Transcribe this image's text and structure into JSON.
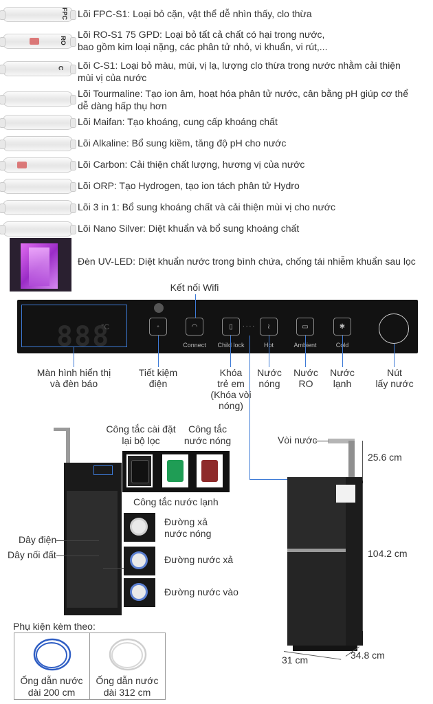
{
  "filters": [
    {
      "code": "FPC",
      "label": "Lõi FPC-S1: Loại bỏ cặn, vật thể dễ nhìn thấy, clo thừa"
    },
    {
      "code": "RO",
      "label": "Lõi RO-S1 75 GPD: Loại bỏ tất cả chất có hại trong nước,",
      "label2": "bao gồm kim loại nặng, các phân tử nhỏ, vi khuẩn, vi rút,..."
    },
    {
      "code": "C",
      "label": "Lõi C-S1: Loại bỏ màu, mùi, vị lạ, lượng clo thừa trong nước nhằm cải thiện",
      "label2": "mùi vị của nước"
    },
    {
      "code": "",
      "label": "Lõi Tourmaline: Tạo ion âm, hoạt hóa phân tử nước, cân bằng pH giúp cơ thể",
      "label2": "dễ dàng hấp thụ hơn"
    },
    {
      "code": "",
      "label": "Lõi Maifan: Tạo khoáng, cung cấp khoáng chất"
    },
    {
      "code": "",
      "label": "Lõi Alkaline: Bổ sung kiềm, tăng độ pH cho nước"
    },
    {
      "code": "",
      "label": "Lõi Carbon: Cải thiện chất lượng, hương vị của nước"
    },
    {
      "code": "",
      "label": "Lõi ORP: Tạo Hydrogen, tạo ion tách phân tử Hydro"
    },
    {
      "code": "",
      "label": "Lõi 3 in 1: Bổ sung khoáng chất và cải thiện mùi vị cho nước"
    },
    {
      "code": "",
      "label": "Lõi Nano Silver: Diệt khuẩn và bổ sung khoáng chất"
    }
  ],
  "uv_label": "Đèn UV-LED: Diệt khuẩn nước trong bình chứa, chống tái nhiễm khuẩn sau lọc",
  "panel": {
    "wifi_label": "Kết nối Wifi",
    "display_digits": "888",
    "display_unit": "°C",
    "buttons": [
      "Connect",
      "Child lock",
      "Hot",
      "Ambient",
      "Cold"
    ],
    "labels": {
      "display": [
        "Màn hình hiển thị",
        "và đèn báo"
      ],
      "eco": [
        "Tiết kiệm",
        "điện"
      ],
      "childlock": [
        "Khóa",
        "trẻ em",
        "(Khóa vòi",
        "nóng)"
      ],
      "hot": [
        "Nước",
        "nóng"
      ],
      "ro": [
        "Nước",
        "RO"
      ],
      "cold": [
        "Nước",
        "lạnh"
      ],
      "dispense": [
        "Nút",
        "lấy nước"
      ]
    }
  },
  "back": {
    "reset_switch": [
      "Công tắc cài đặt",
      "lại bộ lọc"
    ],
    "hot_switch": [
      "Công tắc",
      "nước nóng"
    ],
    "cold_switch": "Công tắc nước lạnh",
    "power_cord": "Dây điện",
    "ground_wire": "Dây nối đất",
    "hot_drain": [
      "Đường xả",
      "nước nóng"
    ],
    "drain": "Đường nước xả",
    "inlet": "Đường nước vào"
  },
  "front": {
    "faucet": "Vòi nước",
    "dim_faucet": "25.6 cm",
    "dim_height": "104.2 cm",
    "dim_width": "31 cm",
    "dim_depth": "34.8 cm"
  },
  "accessories": {
    "title": "Phụ kiện kèm theo:",
    "items": [
      {
        "label": [
          "Ống dẫn nước",
          "dài 200 cm"
        ],
        "color": "#2f5ec4"
      },
      {
        "label": [
          "Ống dẫn nước",
          "dài 312 cm"
        ],
        "color": "#d8d8d8"
      }
    ]
  }
}
